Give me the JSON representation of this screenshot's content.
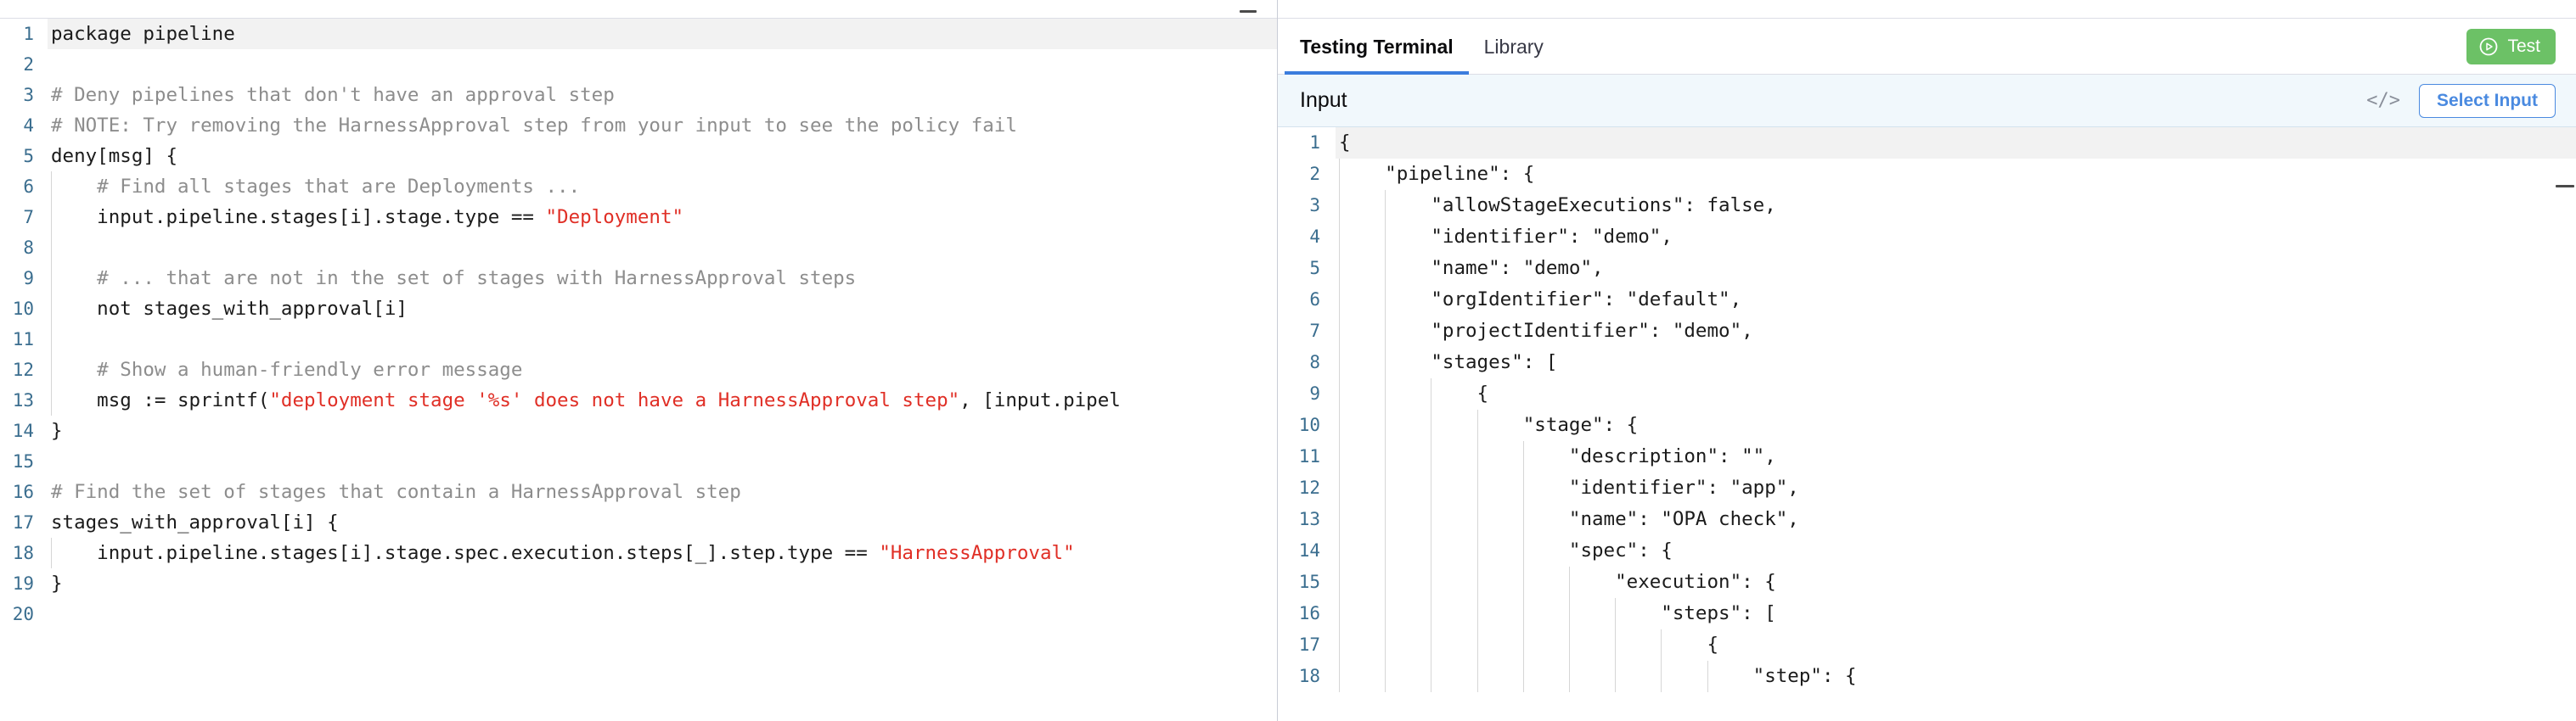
{
  "left_editor": {
    "name": "rego-policy-editor",
    "language": "rego",
    "minimize_icon": "minimize-icon",
    "lines": [
      {
        "n": "1",
        "active": true,
        "indent": 0,
        "tokens": [
          {
            "t": "package pipeline",
            "c": "plain"
          }
        ]
      },
      {
        "n": "2",
        "active": false,
        "indent": 0,
        "tokens": []
      },
      {
        "n": "3",
        "active": false,
        "indent": 0,
        "tokens": [
          {
            "t": "# Deny pipelines that don't have an approval step",
            "c": "comment"
          }
        ]
      },
      {
        "n": "4",
        "active": false,
        "indent": 0,
        "tokens": [
          {
            "t": "# NOTE: Try removing the HarnessApproval step from your input to see the policy fail",
            "c": "comment"
          }
        ]
      },
      {
        "n": "5",
        "active": false,
        "indent": 0,
        "tokens": [
          {
            "t": "deny[msg] {",
            "c": "plain"
          }
        ]
      },
      {
        "n": "6",
        "active": false,
        "indent": 1,
        "tokens": [
          {
            "t": "    # Find all stages that are Deployments ...",
            "c": "comment"
          }
        ]
      },
      {
        "n": "7",
        "active": false,
        "indent": 1,
        "tokens": [
          {
            "t": "    input.pipeline.stages[i].stage.type == ",
            "c": "plain"
          },
          {
            "t": "\"Deployment\"",
            "c": "string"
          }
        ]
      },
      {
        "n": "8",
        "active": false,
        "indent": 1,
        "tokens": []
      },
      {
        "n": "9",
        "active": false,
        "indent": 1,
        "tokens": [
          {
            "t": "    # ... that are not in the set of stages with HarnessApproval steps",
            "c": "comment"
          }
        ]
      },
      {
        "n": "10",
        "active": false,
        "indent": 1,
        "tokens": [
          {
            "t": "    not stages_with_approval[i]",
            "c": "plain"
          }
        ]
      },
      {
        "n": "11",
        "active": false,
        "indent": 1,
        "tokens": []
      },
      {
        "n": "12",
        "active": false,
        "indent": 1,
        "tokens": [
          {
            "t": "    # Show a human-friendly error message",
            "c": "comment"
          }
        ]
      },
      {
        "n": "13",
        "active": false,
        "indent": 1,
        "tokens": [
          {
            "t": "    msg := sprintf(",
            "c": "plain"
          },
          {
            "t": "\"deployment stage '%s' does not have a HarnessApproval step\"",
            "c": "string"
          },
          {
            "t": ", [input.pipel",
            "c": "plain"
          }
        ]
      },
      {
        "n": "14",
        "active": false,
        "indent": 0,
        "tokens": [
          {
            "t": "}",
            "c": "plain"
          }
        ]
      },
      {
        "n": "15",
        "active": false,
        "indent": 0,
        "tokens": []
      },
      {
        "n": "16",
        "active": false,
        "indent": 0,
        "tokens": [
          {
            "t": "# Find the set of stages that contain a HarnessApproval step",
            "c": "comment"
          }
        ]
      },
      {
        "n": "17",
        "active": false,
        "indent": 0,
        "tokens": [
          {
            "t": "stages_with_approval[i] {",
            "c": "plain"
          }
        ]
      },
      {
        "n": "18",
        "active": false,
        "indent": 1,
        "tokens": [
          {
            "t": "    input.pipeline.stages[i].stage.spec.execution.steps[_].step.type == ",
            "c": "plain"
          },
          {
            "t": "\"HarnessApproval\"",
            "c": "string"
          }
        ]
      },
      {
        "n": "19",
        "active": false,
        "indent": 0,
        "tokens": [
          {
            "t": "}",
            "c": "plain"
          }
        ]
      },
      {
        "n": "20",
        "active": false,
        "indent": 0,
        "tokens": []
      }
    ]
  },
  "right_panel": {
    "tabs": [
      {
        "label": "Testing Terminal",
        "active": true
      },
      {
        "label": "Library",
        "active": false
      }
    ],
    "test_button": {
      "label": "Test",
      "icon": "play-circle-icon",
      "color": "#6cc166"
    },
    "input_section": {
      "title": "Input",
      "code_icon": "</>",
      "select_input_label": "Select Input",
      "accent_color": "#4a8ae0",
      "background_color": "#f1f8fc"
    },
    "json_editor": {
      "name": "input-json-editor",
      "lines": [
        {
          "n": "1",
          "active": true,
          "indent": 0,
          "text": "{"
        },
        {
          "n": "2",
          "active": false,
          "indent": 1,
          "text": "    \"pipeline\": {"
        },
        {
          "n": "3",
          "active": false,
          "indent": 2,
          "text": "        \"allowStageExecutions\": false,"
        },
        {
          "n": "4",
          "active": false,
          "indent": 2,
          "text": "        \"identifier\": \"demo\","
        },
        {
          "n": "5",
          "active": false,
          "indent": 2,
          "text": "        \"name\": \"demo\","
        },
        {
          "n": "6",
          "active": false,
          "indent": 2,
          "text": "        \"orgIdentifier\": \"default\","
        },
        {
          "n": "7",
          "active": false,
          "indent": 2,
          "text": "        \"projectIdentifier\": \"demo\","
        },
        {
          "n": "8",
          "active": false,
          "indent": 2,
          "text": "        \"stages\": ["
        },
        {
          "n": "9",
          "active": false,
          "indent": 3,
          "text": "            {"
        },
        {
          "n": "10",
          "active": false,
          "indent": 4,
          "text": "                \"stage\": {"
        },
        {
          "n": "11",
          "active": false,
          "indent": 5,
          "text": "                    \"description\": \"\","
        },
        {
          "n": "12",
          "active": false,
          "indent": 5,
          "text": "                    \"identifier\": \"app\","
        },
        {
          "n": "13",
          "active": false,
          "indent": 5,
          "text": "                    \"name\": \"OPA check\","
        },
        {
          "n": "14",
          "active": false,
          "indent": 5,
          "text": "                    \"spec\": {"
        },
        {
          "n": "15",
          "active": false,
          "indent": 6,
          "text": "                        \"execution\": {"
        },
        {
          "n": "16",
          "active": false,
          "indent": 7,
          "text": "                            \"steps\": ["
        },
        {
          "n": "17",
          "active": false,
          "indent": 8,
          "text": "                                {"
        },
        {
          "n": "18",
          "active": false,
          "indent": 9,
          "text": "                                    \"step\": {"
        }
      ]
    }
  }
}
